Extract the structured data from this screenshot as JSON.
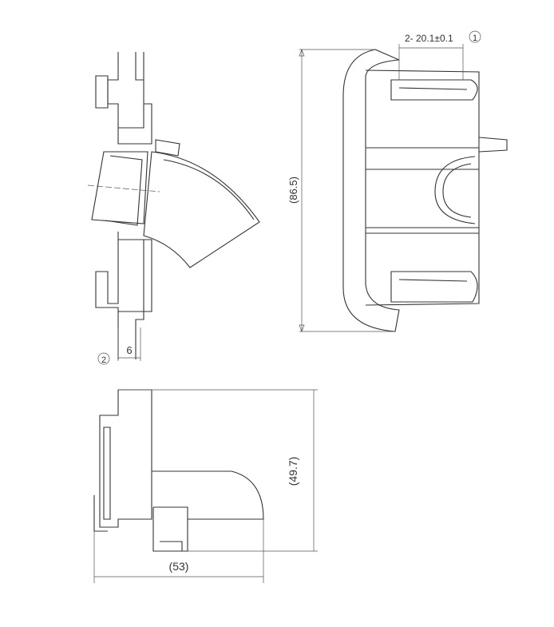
{
  "dimensions": {
    "clip_pitch": "2- 20.1±0.1",
    "clip_pitch_ref": "1",
    "height_top": "(86.5)",
    "thickness": "6",
    "thickness_ref": "2",
    "height_bottom": "(49.7)",
    "width_bottom": "(53)"
  }
}
